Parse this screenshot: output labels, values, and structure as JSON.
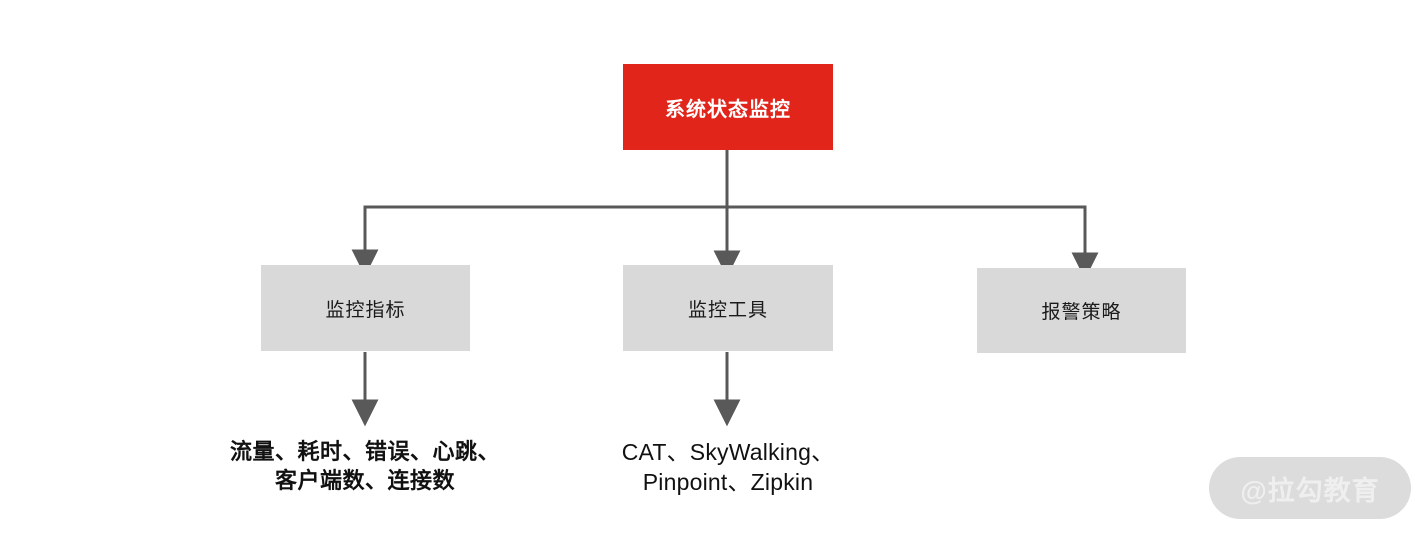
{
  "diagram": {
    "type": "tree-hierarchy",
    "root": {
      "label": "系统状态监控",
      "fill": "#e1251b",
      "text_color": "#ffffff"
    },
    "branches": [
      {
        "label": "监控指标",
        "fill": "#d9d9d9",
        "text_color": "#1a1a1a"
      },
      {
        "label": "监控工具",
        "fill": "#d9d9d9",
        "text_color": "#1a1a1a"
      },
      {
        "label": "报警策略",
        "fill": "#d9d9d9",
        "text_color": "#1a1a1a"
      }
    ],
    "leaves": [
      {
        "parent": "监控指标",
        "line1": "流量、耗时、错误、心跳、",
        "line2": "客户端数、连接数"
      },
      {
        "parent": "监控工具",
        "line1": "CAT、SkyWalking、",
        "line2": "Pinpoint、Zipkin"
      }
    ],
    "connector_color": "#595959"
  },
  "watermark": {
    "label": "@拉勾教育"
  }
}
